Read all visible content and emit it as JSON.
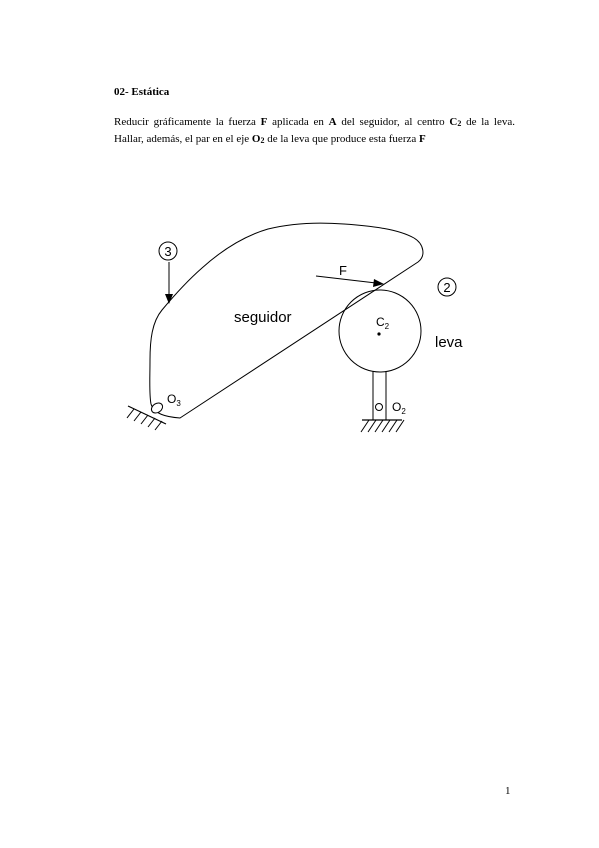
{
  "heading": "02- Estática",
  "problem": {
    "t1": "Reducir gráficamente la fuerza ",
    "b1": "F",
    "t2": " aplicada en ",
    "b2": "A",
    "t3": " del seguidor, al centro ",
    "b3": "C",
    "s3": "2",
    "t4": " de la leva. Hallar, además, el par en el eje ",
    "b4": "O",
    "s4": "2",
    "t5": " de la leva que produce esta fuerza ",
    "b5": "F"
  },
  "figure": {
    "label_3": "3",
    "label_2": "2",
    "force": "F",
    "seguidor": "seguidor",
    "leva": "leva",
    "c_main": "C",
    "c_sub": "2",
    "o3_main": "O",
    "o3_sub": "3",
    "o2_main": "O",
    "o2_sub": "2"
  },
  "page_number": "1"
}
